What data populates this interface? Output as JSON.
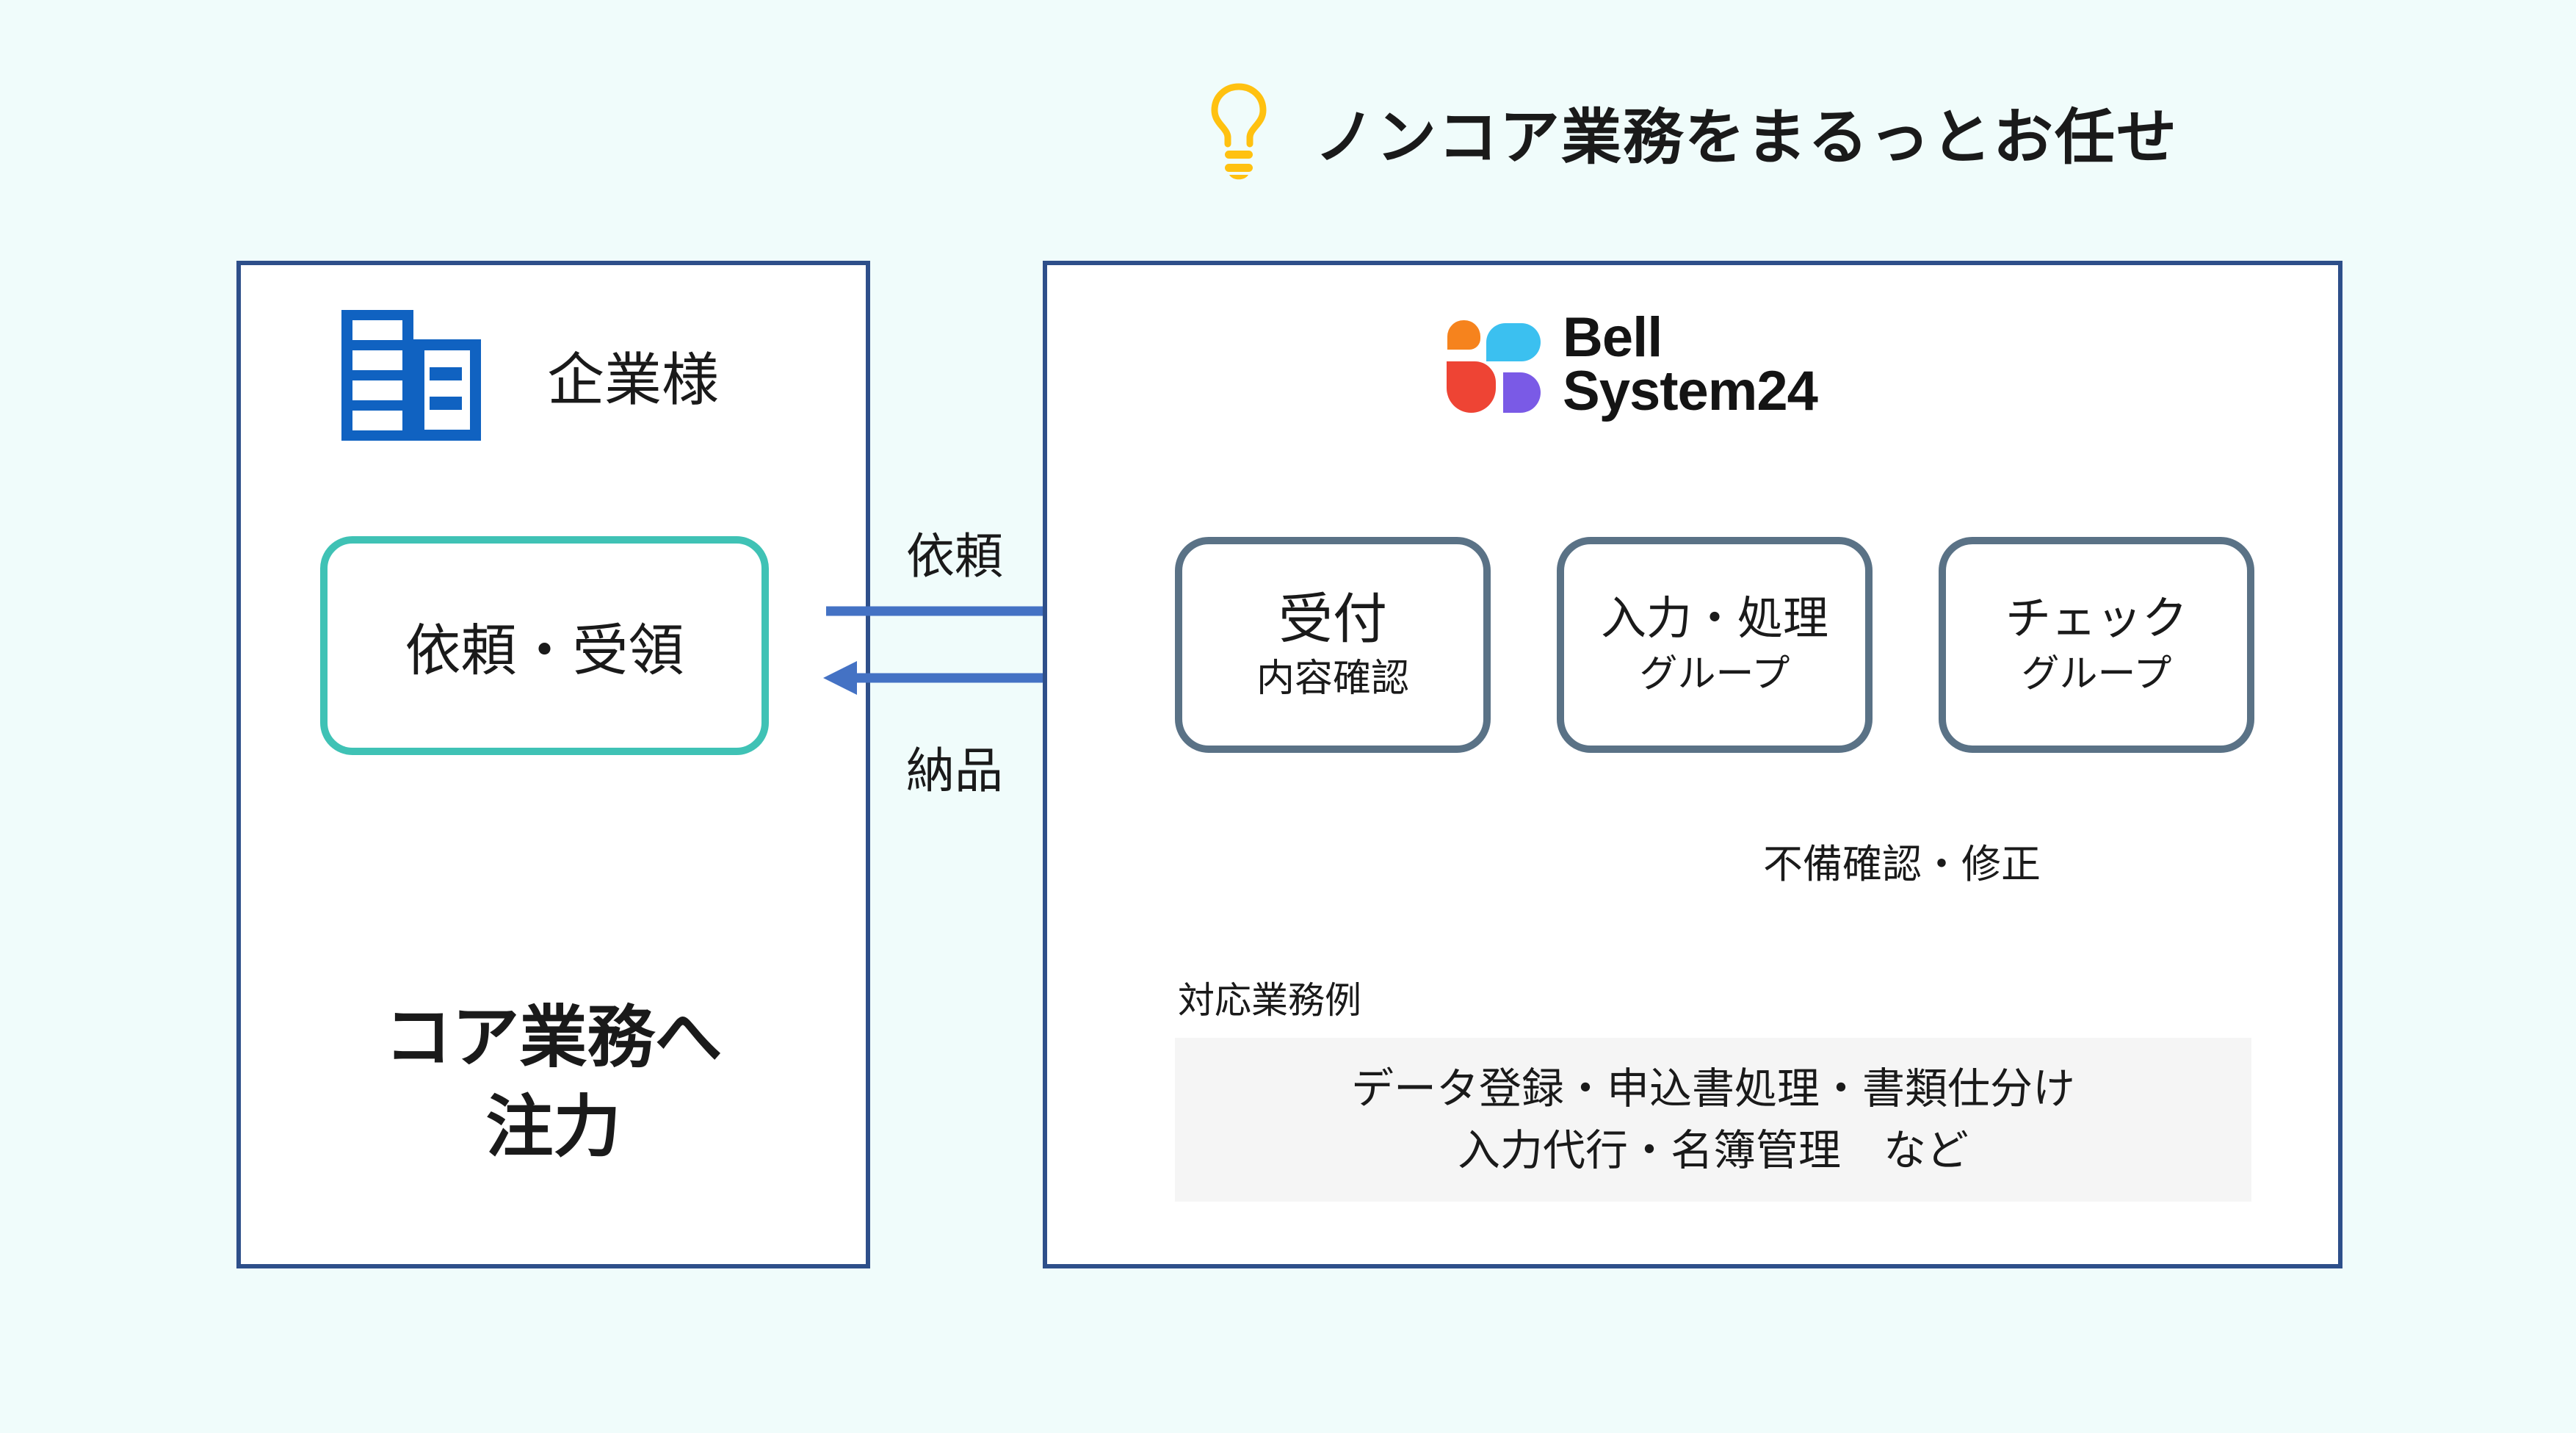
{
  "header": {
    "title": "ノンコア業務をまるっとお任せ"
  },
  "client_panel": {
    "name_label": "企業様",
    "request_receive_label": "依頼・受領",
    "core_focus_line1": "コア業務へ",
    "core_focus_line2": "注力"
  },
  "flow": {
    "request_label": "依頼",
    "delivery_label": "納品"
  },
  "provider_panel": {
    "logo": {
      "line1": "Bell",
      "line2": "System24"
    },
    "steps": [
      {
        "title": "受付",
        "subtitle": "内容確認"
      },
      {
        "title": "入力・処理",
        "subtitle": "グループ"
      },
      {
        "title": "チェック",
        "subtitle": "グループ"
      }
    ],
    "feedback_label": "不備確認・修正",
    "examples": {
      "heading": "対応業務例",
      "line1": "データ登録・申込書処理・書類仕分け",
      "line2": "入力代行・名簿管理　など"
    }
  },
  "colors": {
    "bg": "#F0FCFB",
    "panelBorder": "#2E4F8A",
    "teal": "#3FC2B5",
    "slate": "#5A7286",
    "arrowBlue": "#4472C4",
    "buildingBlue": "#1062C1",
    "bulbYellow": "#FFC110",
    "grayBox": "#F5F5F5",
    "logoOrange": "#F6831D",
    "logoCyan": "#3BC0F0",
    "logoRed": "#EE4434",
    "logoPurple": "#7A5AE6"
  }
}
